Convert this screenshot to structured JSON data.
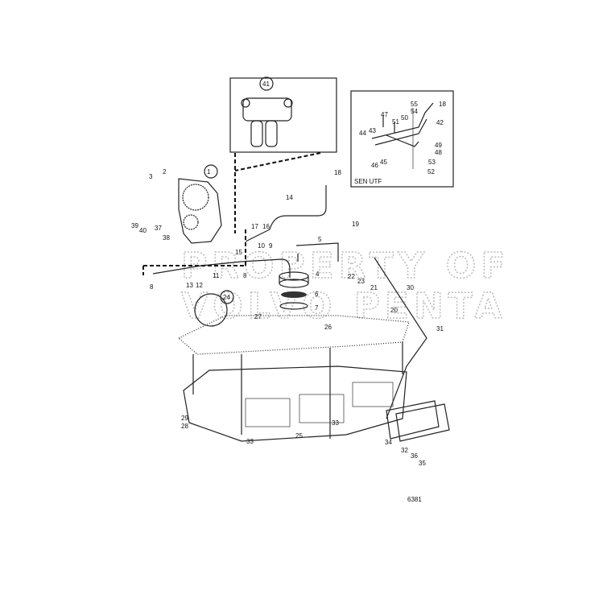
{
  "watermark": [
    "PROPERTY OF",
    "VOLVO PENTA"
  ],
  "inset_right_caption": "SEN UTF",
  "drawing_number": "6381",
  "callouts": [
    {
      "text": "41",
      "circled": true
    },
    {
      "text": "55"
    },
    {
      "text": "54"
    },
    {
      "text": "18"
    },
    {
      "text": "47"
    },
    {
      "text": "51"
    },
    {
      "text": "50"
    },
    {
      "text": "42"
    },
    {
      "text": "44"
    },
    {
      "text": "43"
    },
    {
      "text": "49"
    },
    {
      "text": "48"
    },
    {
      "text": "46"
    },
    {
      "text": "45"
    },
    {
      "text": "53"
    },
    {
      "text": "52"
    },
    {
      "text": "1",
      "circled": true
    },
    {
      "text": "3"
    },
    {
      "text": "2"
    },
    {
      "text": "18"
    },
    {
      "text": "14"
    },
    {
      "text": "17"
    },
    {
      "text": "16"
    },
    {
      "text": "19"
    },
    {
      "text": "39"
    },
    {
      "text": "40"
    },
    {
      "text": "37"
    },
    {
      "text": "38"
    },
    {
      "text": "5"
    },
    {
      "text": "15"
    },
    {
      "text": "10"
    },
    {
      "text": "9"
    },
    {
      "text": "8"
    },
    {
      "text": "4"
    },
    {
      "text": "8"
    },
    {
      "text": "11"
    },
    {
      "text": "13"
    },
    {
      "text": "12"
    },
    {
      "text": "22"
    },
    {
      "text": "23"
    },
    {
      "text": "21"
    },
    {
      "text": "30"
    },
    {
      "text": "6"
    },
    {
      "text": "24",
      "circled": true
    },
    {
      "text": "7"
    },
    {
      "text": "20"
    },
    {
      "text": "27"
    },
    {
      "text": "26"
    },
    {
      "text": "31"
    },
    {
      "text": "29"
    },
    {
      "text": "28"
    },
    {
      "text": "33"
    },
    {
      "text": "25"
    },
    {
      "text": "33"
    },
    {
      "text": "34"
    },
    {
      "text": "32"
    },
    {
      "text": "36"
    },
    {
      "text": "35"
    }
  ]
}
